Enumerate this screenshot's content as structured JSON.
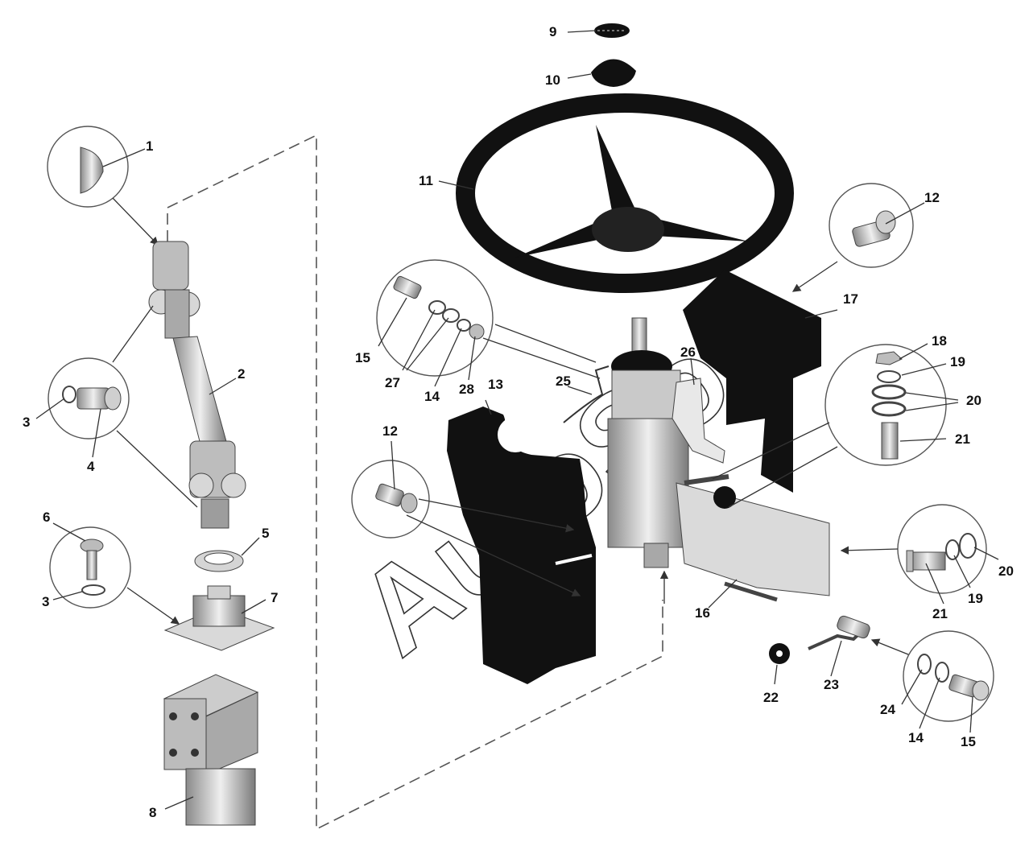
{
  "watermark": "AutoSoft",
  "labels": {
    "p1": "1",
    "p2": "2",
    "p3a": "3",
    "p3b": "3",
    "p4": "4",
    "p5": "5",
    "p6": "6",
    "p7": "7",
    "p8": "8",
    "p9": "9",
    "p10": "10",
    "p11": "11",
    "p12a": "12",
    "p12b": "12",
    "p13": "13",
    "p14a": "14",
    "p14b": "14",
    "p15a": "15",
    "p15b": "15",
    "p16": "16",
    "p17": "17",
    "p18": "18",
    "p19a": "19",
    "p19b": "19",
    "p20a": "20",
    "p20b": "20",
    "p21a": "21",
    "p21b": "21",
    "p22": "22",
    "p23": "23",
    "p24": "24",
    "p25": "25",
    "p26": "26",
    "p27": "27",
    "p28": "28"
  }
}
